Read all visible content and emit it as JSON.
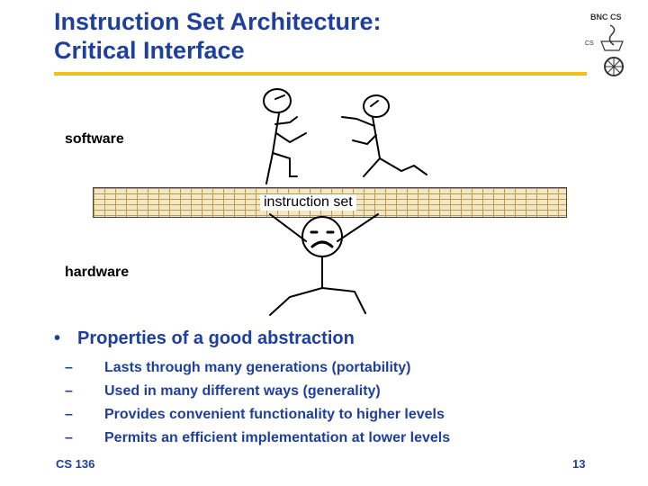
{
  "slide": {
    "title_line1": "Instruction Set Architecture:",
    "title_line2": "Critical Interface"
  },
  "diagram": {
    "software_label": "software",
    "instruction_set_label": "instruction set",
    "hardware_label": "hardware"
  },
  "content": {
    "bullet_marker": "•",
    "bullet": "Properties of a good abstraction",
    "sub_marker": "–",
    "subpoints": [
      "Lasts through many generations (portability)",
      "Used in many different ways (generality)",
      "Provides convenient  functionality to higher levels",
      "Permits an efficient implementation at lower levels"
    ]
  },
  "footer": {
    "course": "CS 136",
    "page_number": "13"
  },
  "logo": {
    "text_top": "BNC CS",
    "text_side": "CS"
  },
  "colors": {
    "title": "#1f3f9e",
    "rule": "#f2c21b",
    "text": "#1f3f9e"
  }
}
